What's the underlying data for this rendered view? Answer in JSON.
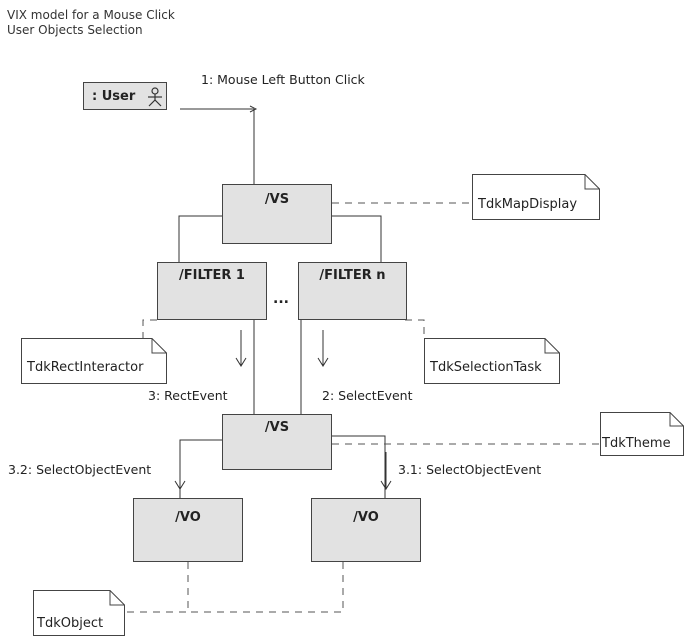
{
  "header": {
    "line1": "VIX model for a Mouse Click",
    "line2": "User Objects Selection"
  },
  "user": {
    "label": ": User",
    "icon": "actor-icon"
  },
  "nodes": {
    "vs_top": "/VS",
    "filter_1": "/FILTER 1",
    "filter_n": "/FILTER n",
    "ellipsis": "...",
    "vs_mid": "/VS",
    "vo_left": "/VO",
    "vo_right": "/VO"
  },
  "notes": {
    "map_display": "TdkMapDisplay",
    "rect_interactor": "TdkRectInteractor",
    "selection_task": "TdkSelectionTask",
    "theme": "TdkTheme",
    "object": "TdkObject"
  },
  "messages": {
    "m1": "1: Mouse  Left Button Click",
    "m3": "3: RectEvent",
    "m2": "2: SelectEvent",
    "m32": "3.2: SelectObjectEvent",
    "m31": "3.1: SelectObjectEvent"
  },
  "colors": {
    "box_fill": "#e2e2e2",
    "line": "#333333"
  }
}
